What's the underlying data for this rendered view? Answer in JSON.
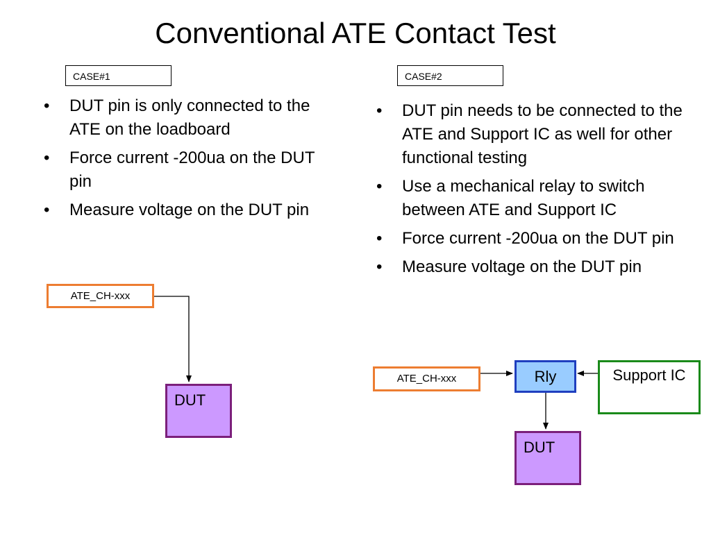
{
  "title": "Conventional ATE Contact Test",
  "case1": {
    "label": "CASE#1",
    "bullets": [
      "DUT pin is only connected to the ATE on the loadboard",
      "Force current -200ua on the DUT pin",
      "Measure voltage on the DUT pin"
    ],
    "diagram": {
      "ate_channel": "ATE_CH-xxx",
      "dut": "DUT"
    }
  },
  "case2": {
    "label": "CASE#2",
    "bullets": [
      "DUT pin needs to be connected to the ATE and Support IC as well for other functional testing",
      "Use a mechanical relay to switch between ATE and Support IC",
      "Force current -200ua on the DUT pin",
      "Measure voltage on the DUT pin"
    ],
    "diagram": {
      "ate_channel": "ATE_CH-xxx",
      "relay": "Rly",
      "support_ic": "Support IC",
      "dut": "DUT"
    }
  },
  "colors": {
    "ate_border": "#ed7d31",
    "dut_fill": "#cc99ff",
    "dut_border": "#7b1f7b",
    "relay_fill": "#99ccff",
    "relay_border": "#1f3fbf",
    "support_border": "#1a8a1a"
  }
}
